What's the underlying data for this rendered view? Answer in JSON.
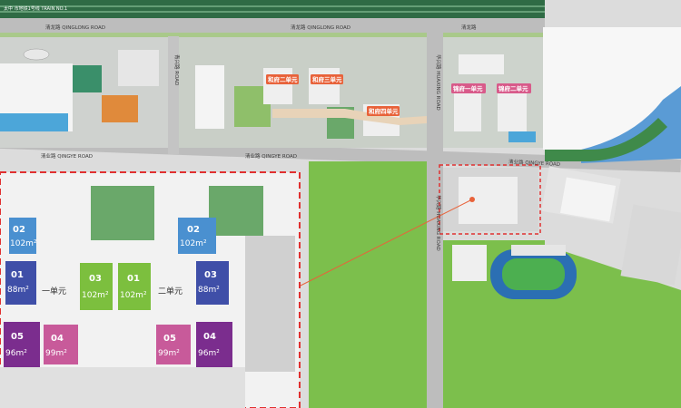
{
  "rail_label": "太中 市地铁1号线 TRAIN NO.1",
  "roads": {
    "qinglong_west": "清龙路 QINGLONG ROAD",
    "qinglong_mid": "清龙路 QINGLONG ROAD",
    "qinglong_east": "清龙路",
    "qingye_west": "清业路 QINGYE ROAD",
    "qingye_mid": "清业路 QINGYE ROAD",
    "qingye_east": "清业路 QINGYE ROAD",
    "huaxing_upper": "华兴路 HUAXING ROAD",
    "huaxing_lower": "华兴路 HUAXING ROAD",
    "left_vertical": "青兴路 ROAD"
  },
  "unit_tags": [
    {
      "label": "和府二单元"
    },
    {
      "label": "和府三单元"
    },
    {
      "label": "和府四单元"
    },
    {
      "label": "锦府一单元"
    },
    {
      "label": "锦府二单元"
    }
  ],
  "floorplan": {
    "building_one": "一单元",
    "building_two": "二单元",
    "units": [
      {
        "num": "02",
        "area": "102m²",
        "color": "#4a90d0"
      },
      {
        "num": "01",
        "area": "88m²",
        "color": "#3f4fa8"
      },
      {
        "num": "03",
        "area": "102m²",
        "color": "#7cbf3e"
      },
      {
        "num": "01",
        "area": "102m²",
        "color": "#7cbf3e"
      },
      {
        "num": "02",
        "area": "102m²",
        "color": "#4a90d0"
      },
      {
        "num": "03",
        "area": "88m²",
        "color": "#3f4fa8"
      },
      {
        "num": "05",
        "area": "96m²",
        "color": "#7b2d8e"
      },
      {
        "num": "04",
        "area": "99m²",
        "color": "#c85a9a"
      },
      {
        "num": "05",
        "area": "99m²",
        "color": "#c85a9a"
      },
      {
        "num": "04",
        "area": "96m²",
        "color": "#7b2d8e"
      }
    ]
  },
  "colors": {
    "tag": "#e8623a",
    "grass": "#7cbf4c",
    "road": "#cfcfcf",
    "highlight": "#e03030"
  }
}
